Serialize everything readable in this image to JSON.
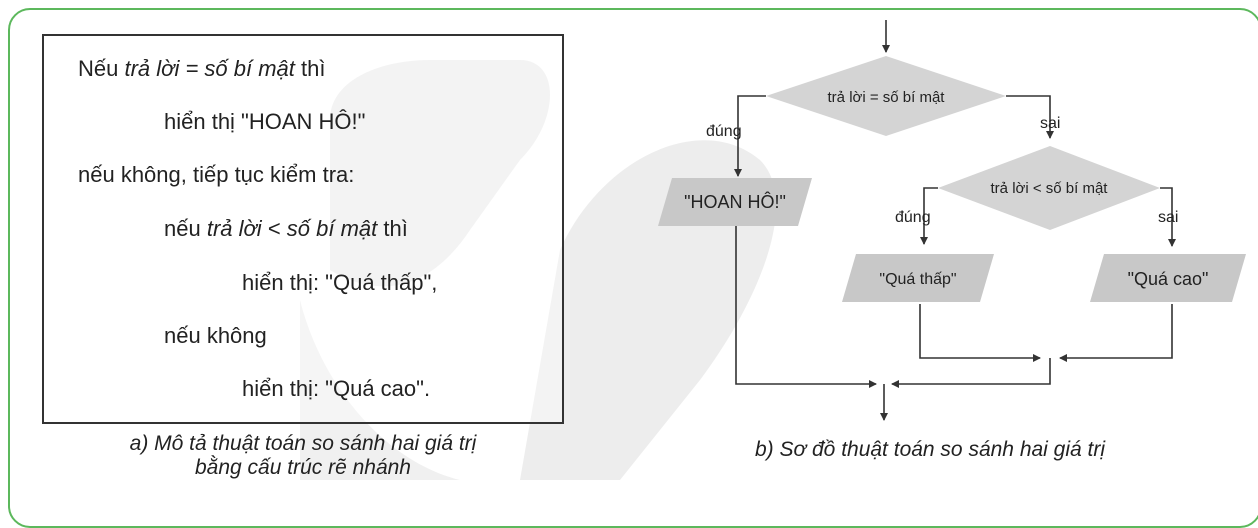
{
  "pseudocode": {
    "l1_a": "Nếu ",
    "l1_b": "trả lời = số bí mật",
    "l1_c": " thì",
    "l2": "hiển thị \"HOAN HÔ!\"",
    "l3": "nếu không, tiếp tục kiểm tra:",
    "l4_a": "nếu ",
    "l4_b": "trả lời",
    "l4_c": " < ",
    "l4_d": "số bí mật",
    "l4_e": " thì",
    "l5": "hiển thị: \"Quá thấp\",",
    "l6": "nếu không",
    "l7": "hiển thị: \"Quá cao\"."
  },
  "caption_a": {
    "line1": "a) Mô tả thuật toán so sánh hai giá trị",
    "line2": "bằng cấu trúc rẽ nhánh"
  },
  "caption_b": "b) Sơ đồ thuật toán so sánh hai giá trị",
  "flowchart": {
    "decision1": "trả lời = số bí mật",
    "decision2": "trả lời < số bí mật",
    "yes_label": "đúng",
    "no_label": "sai",
    "output_hoanho": "\"HOAN HÔ!\"",
    "output_low": "\"Quá thấp\"",
    "output_high": "\"Quá cao\""
  },
  "colors": {
    "border_accent": "#5cb85c",
    "decision_fill": "#d4d4d4",
    "output_fill": "#c8c8c8",
    "watermark": "#ececec"
  }
}
